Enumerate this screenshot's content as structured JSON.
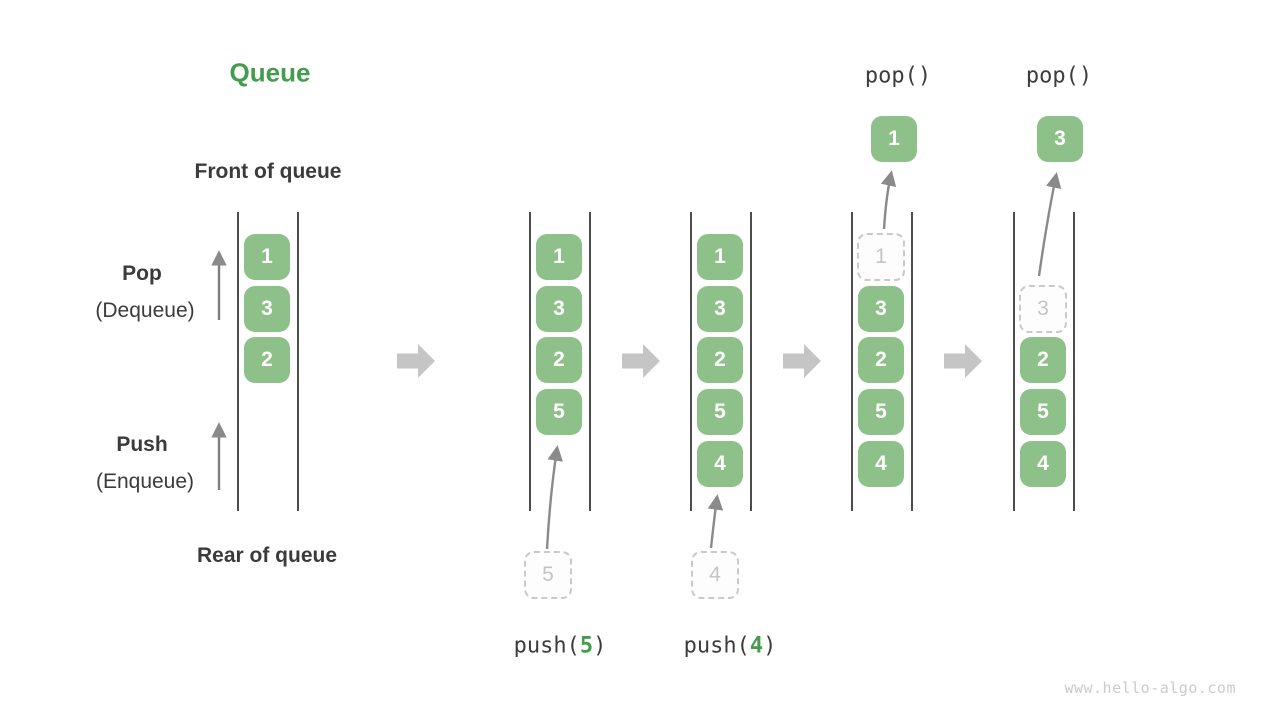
{
  "diagram_title": "Queue",
  "labels": {
    "front_of_queue": "Front of queue",
    "rear_of_queue": "Rear of queue",
    "pop_label": "Pop",
    "pop_sublabel": "(Dequeue)",
    "push_label": "Push",
    "push_sublabel": "(Enqueue)"
  },
  "operations": {
    "pop_call_1": "pop()",
    "pop_call_2": "pop()",
    "push_call_1": {
      "prefix": "push(",
      "arg": "5",
      "suffix": ")"
    },
    "push_call_2": {
      "prefix": "push(",
      "arg": "4",
      "suffix": ")"
    }
  },
  "stages": [
    {
      "cells": [
        "1",
        "3",
        "2"
      ]
    },
    {
      "cells": [
        "1",
        "3",
        "2",
        "5"
      ],
      "incoming": "5"
    },
    {
      "cells": [
        "1",
        "3",
        "2",
        "5",
        "4"
      ],
      "incoming": "4"
    },
    {
      "cells": [
        "3",
        "2",
        "5",
        "4"
      ],
      "removed": "1",
      "popped": "1"
    },
    {
      "cells": [
        "2",
        "5",
        "4"
      ],
      "removed": "3",
      "popped": "3"
    }
  ],
  "watermark": "www.hello-algo.com",
  "colors": {
    "cell-green": "#8EC18A",
    "accent-green": "#449C4E",
    "text-dark": "#3B3B3B",
    "code-text": "#3C3C3C",
    "rail": "#4D4D4D",
    "thin-arrow": "#8A8A8A",
    "block-arrow": "#C5C5C5",
    "dashed-border": "#C9C9C9",
    "dashed-text": "#C5C5C5",
    "watermark": "#CBCBCB"
  }
}
